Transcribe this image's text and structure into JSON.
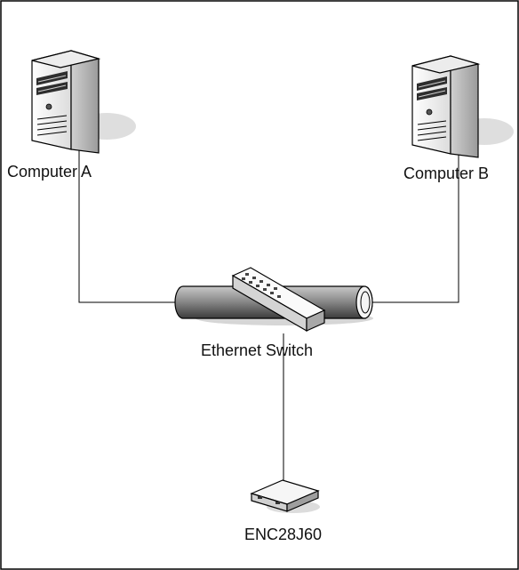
{
  "nodes": {
    "computer_a": {
      "label": "Computer A",
      "icon": "server-tower-icon"
    },
    "computer_b": {
      "label": "Computer B",
      "icon": "server-tower-icon"
    },
    "switch": {
      "label": "Ethernet Switch",
      "icon": "ethernet-switch-icon"
    },
    "enc": {
      "label": "ENC28J60",
      "icon": "ethernet-module-icon"
    }
  },
  "colors": {
    "frame": "#000000",
    "line": "#000000",
    "device_body": "#f2f2f2",
    "device_side": "#bfbfbf",
    "device_dark": "#3a3a3a",
    "shadow": "#d9d9d9",
    "bus_fill": "#8c8c8c"
  }
}
